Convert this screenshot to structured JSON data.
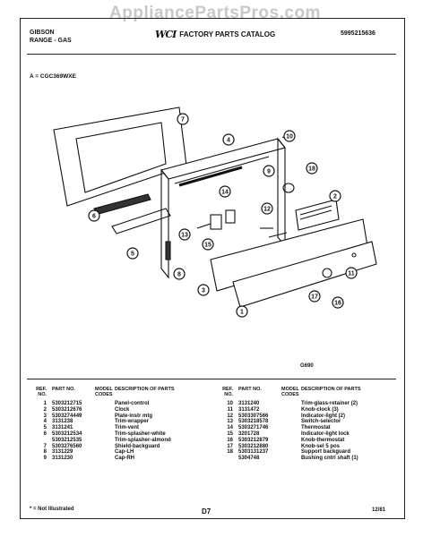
{
  "watermark": "AppliancePartsPros.com",
  "header": {
    "brand": "GIBSON",
    "category": "RANGE - GAS",
    "logo": "WCI",
    "catalog_title": "FACTORY PARTS CATALOG",
    "catalog_number": "5995215636"
  },
  "model_line": "A = CGC369WXE",
  "diagram_code": "G690",
  "callouts": [
    "1",
    "2",
    "3",
    "4",
    "5",
    "6",
    "7",
    "8",
    "9",
    "10",
    "11",
    "12",
    "13",
    "14",
    "15",
    "16",
    "17",
    "18"
  ],
  "table": {
    "headers": {
      "ref": "REF. NO.",
      "part": "PART NO.",
      "model": "MODEL CODES",
      "desc": "DESCRIPTION OF PARTS"
    },
    "left": [
      {
        "ref": "1",
        "part": "5303212715",
        "code": "",
        "desc": "Panel-control"
      },
      {
        "ref": "2",
        "part": "5303212676",
        "code": "",
        "desc": "Clock"
      },
      {
        "ref": "3",
        "part": "5303274449",
        "code": "",
        "desc": "Plate-instr mtg"
      },
      {
        "ref": "4",
        "part": "3131238",
        "code": "",
        "desc": "Trim-wrapper"
      },
      {
        "ref": "5",
        "part": "3131241",
        "code": "",
        "desc": "Trim-vent"
      },
      {
        "ref": "6",
        "part": "5303212534",
        "code": "",
        "desc": "Trim-splasher-white"
      },
      {
        "ref": "",
        "part": "5303212535",
        "code": "",
        "desc": "Trim-splasher-almond"
      },
      {
        "ref": "7",
        "part": "5303276560",
        "code": "",
        "desc": "Shield-backguard"
      },
      {
        "ref": "8",
        "part": "3131229",
        "code": "",
        "desc": "Cap-LH"
      },
      {
        "ref": "9",
        "part": "3131230",
        "code": "",
        "desc": "Cap-RH"
      }
    ],
    "right": [
      {
        "ref": "10",
        "part": "3131240",
        "code": "",
        "desc": "Trim-glass-retainer (2)"
      },
      {
        "ref": "11",
        "part": "3131472",
        "code": "",
        "desc": "Knob-clock (3)"
      },
      {
        "ref": "12",
        "part": "5303307566",
        "code": "",
        "desc": "Indicator-light (2)"
      },
      {
        "ref": "13",
        "part": "5303218578",
        "code": "",
        "desc": "Switch-selector"
      },
      {
        "ref": "14",
        "part": "5303271746",
        "code": "",
        "desc": "Thermostat"
      },
      {
        "ref": "15",
        "part": "3201728",
        "code": "",
        "desc": "Indicator-light lock"
      },
      {
        "ref": "16",
        "part": "5303212879",
        "code": "",
        "desc": "Knob-thermostat"
      },
      {
        "ref": "17",
        "part": "5303212880",
        "code": "",
        "desc": "Knob-sel 5 pos"
      },
      {
        "ref": "18",
        "part": "5303131237",
        "code": "",
        "desc": "Support backguard"
      },
      {
        "ref": "",
        "part": "5304748",
        "code": "",
        "desc": "Bushing cntrl shaft (1)"
      }
    ]
  },
  "footnote": "* = Not Illustrated",
  "page_number": "D7",
  "date": "12/81"
}
